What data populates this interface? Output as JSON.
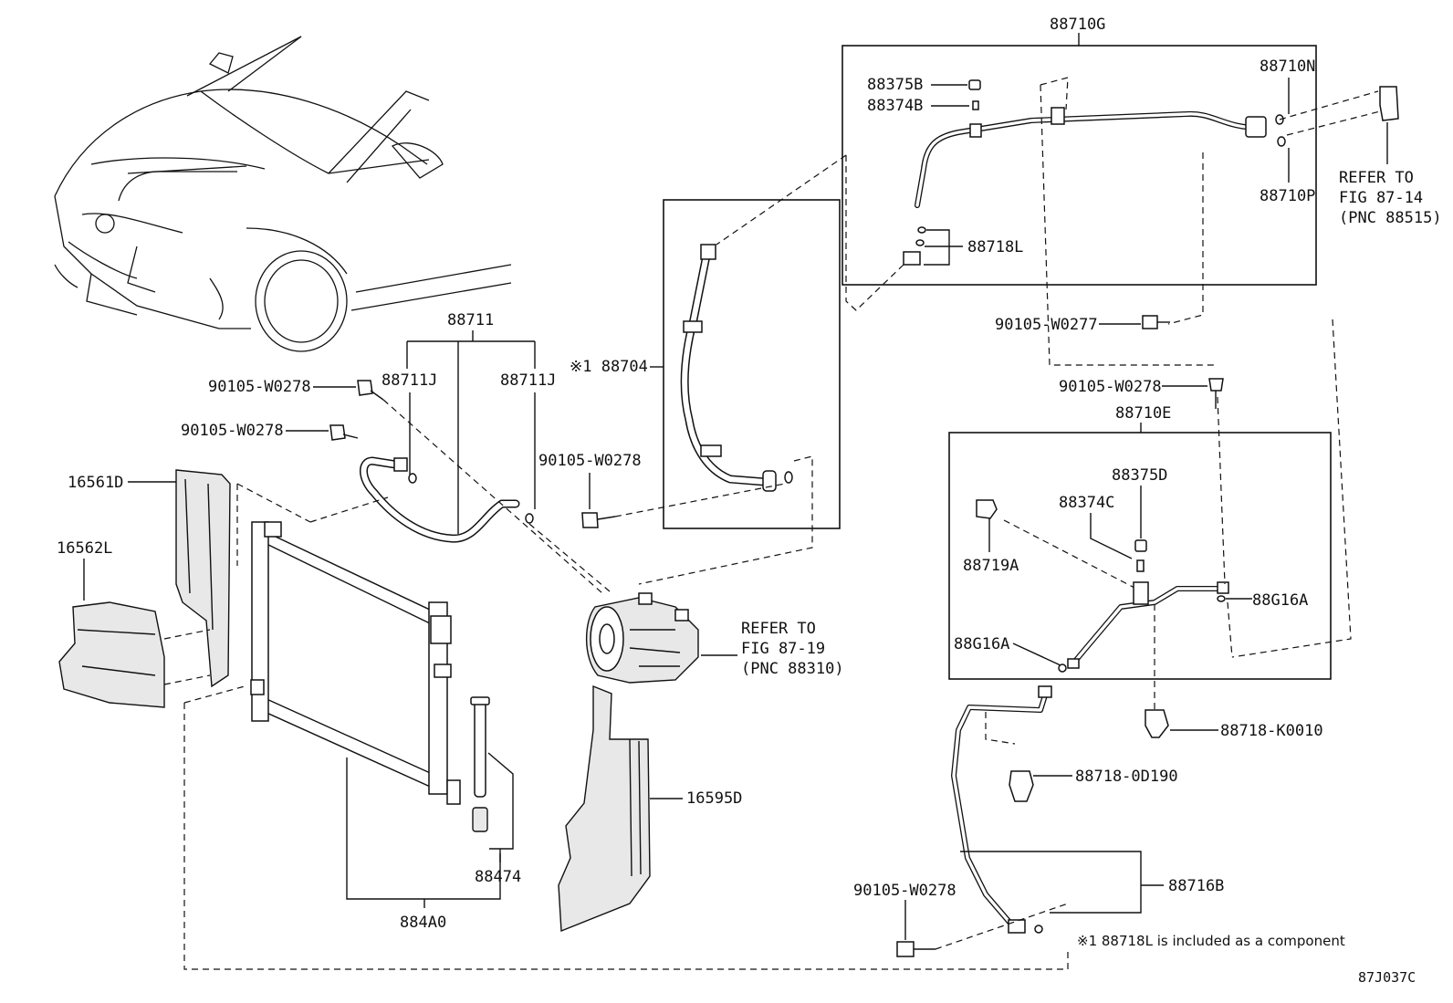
{
  "labels": {
    "l_88710G": "88710G",
    "l_88375B": "88375B",
    "l_88374B": "88374B",
    "l_88710N": "88710N",
    "l_88710P": "88710P",
    "l_88718L": "88718L",
    "l_ref1_a": "REFER TO",
    "l_ref1_b": "FIG 87-14",
    "l_ref1_c": "(PNC 88515)",
    "l_w0277": "90105-W0277",
    "l_w0278_a": "90105-W0278",
    "l_w0278_b": "90105-W0278",
    "l_w0278_c": "90105-W0278",
    "l_w0278_d": "90105-W0278",
    "l_w0278_e": "90105-W0278",
    "l_88711": "88711",
    "l_88711J_a": "88711J",
    "l_88711J_b": "88711J",
    "l_88704": "※1 88704",
    "l_88710E": "88710E",
    "l_88375D": "88375D",
    "l_88374C": "88374C",
    "l_88719A": "88719A",
    "l_88G16A_a": "88G16A",
    "l_88G16A_b": "88G16A",
    "l_16561D": "16561D",
    "l_16562L": "16562L",
    "l_ref2_a": "REFER TO",
    "l_ref2_b": "FIG 87-19",
    "l_ref2_c": "(PNC 88310)",
    "l_16595D": "16595D",
    "l_88474": "88474",
    "l_884A0": "884A0",
    "l_88718K": "88718-K0010",
    "l_887180D": "88718-0D190",
    "l_88716B": "88716B",
    "l_note": "※1 88718L is included as a component",
    "l_code": "87J037C"
  }
}
